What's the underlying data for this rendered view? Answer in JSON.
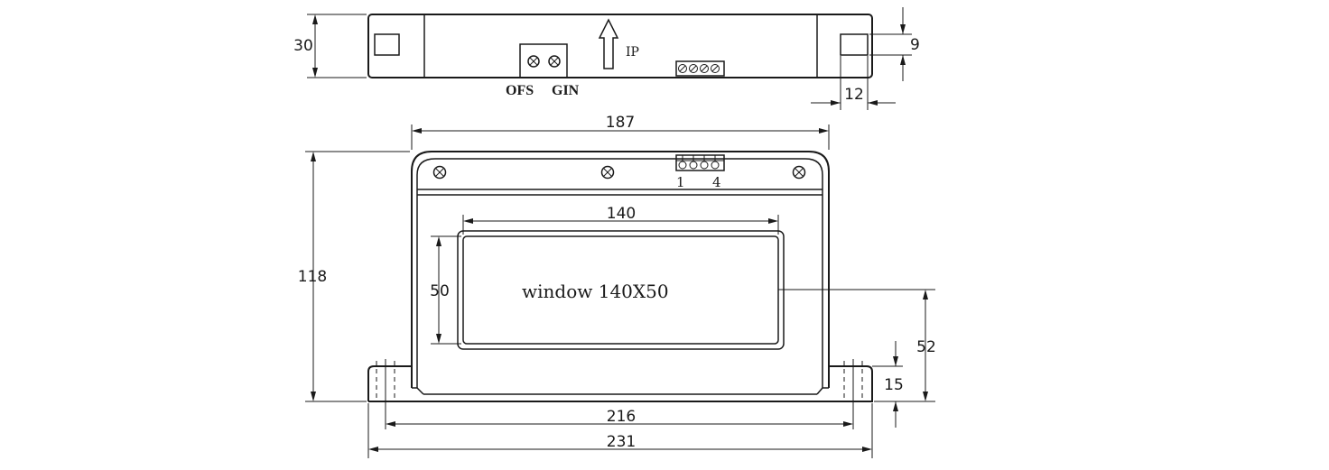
{
  "top_view": {
    "dim_height": "30",
    "dim_terminal_height": "9",
    "dim_terminal_width": "12",
    "label_ofs": "OFS",
    "label_gin": "GIN",
    "label_ip": "IP"
  },
  "front_view": {
    "dim_width": "187",
    "dim_height": "118",
    "dim_window_width": "140",
    "dim_window_height": "50",
    "dim_center": "52",
    "dim_foot": "15",
    "dim_hole_spacing": "216",
    "dim_overall": "231",
    "window_label": "window 140X50",
    "pin_first": "1",
    "pin_last": "4"
  }
}
